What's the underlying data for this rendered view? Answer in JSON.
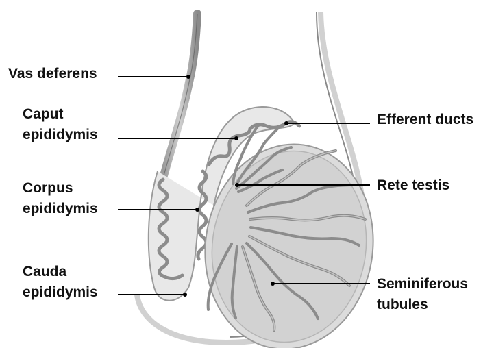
{
  "labels": {
    "vas_deferens": "Vas deferens",
    "caput_line1": "Caput",
    "caput_line2": "epididymis",
    "corpus_line1": "Corpus",
    "corpus_line2": "epididymis",
    "cauda_line1": "Cauda",
    "cauda_line2": "epididymis",
    "efferent_ducts": "Efferent ducts",
    "rete_testis": "Rete testis",
    "seminiferous_line1": "Seminiferous",
    "seminiferous_line2": "tubules"
  },
  "colors": {
    "outline": "#7a7a7a",
    "tissue_fill": "#e6e6e6",
    "testis_fill": "#d9d9d9",
    "tubule": "#8c8c8c",
    "tubule_highlight": "#c8c8c8",
    "leader_line": "#000000",
    "text": "#111111"
  }
}
